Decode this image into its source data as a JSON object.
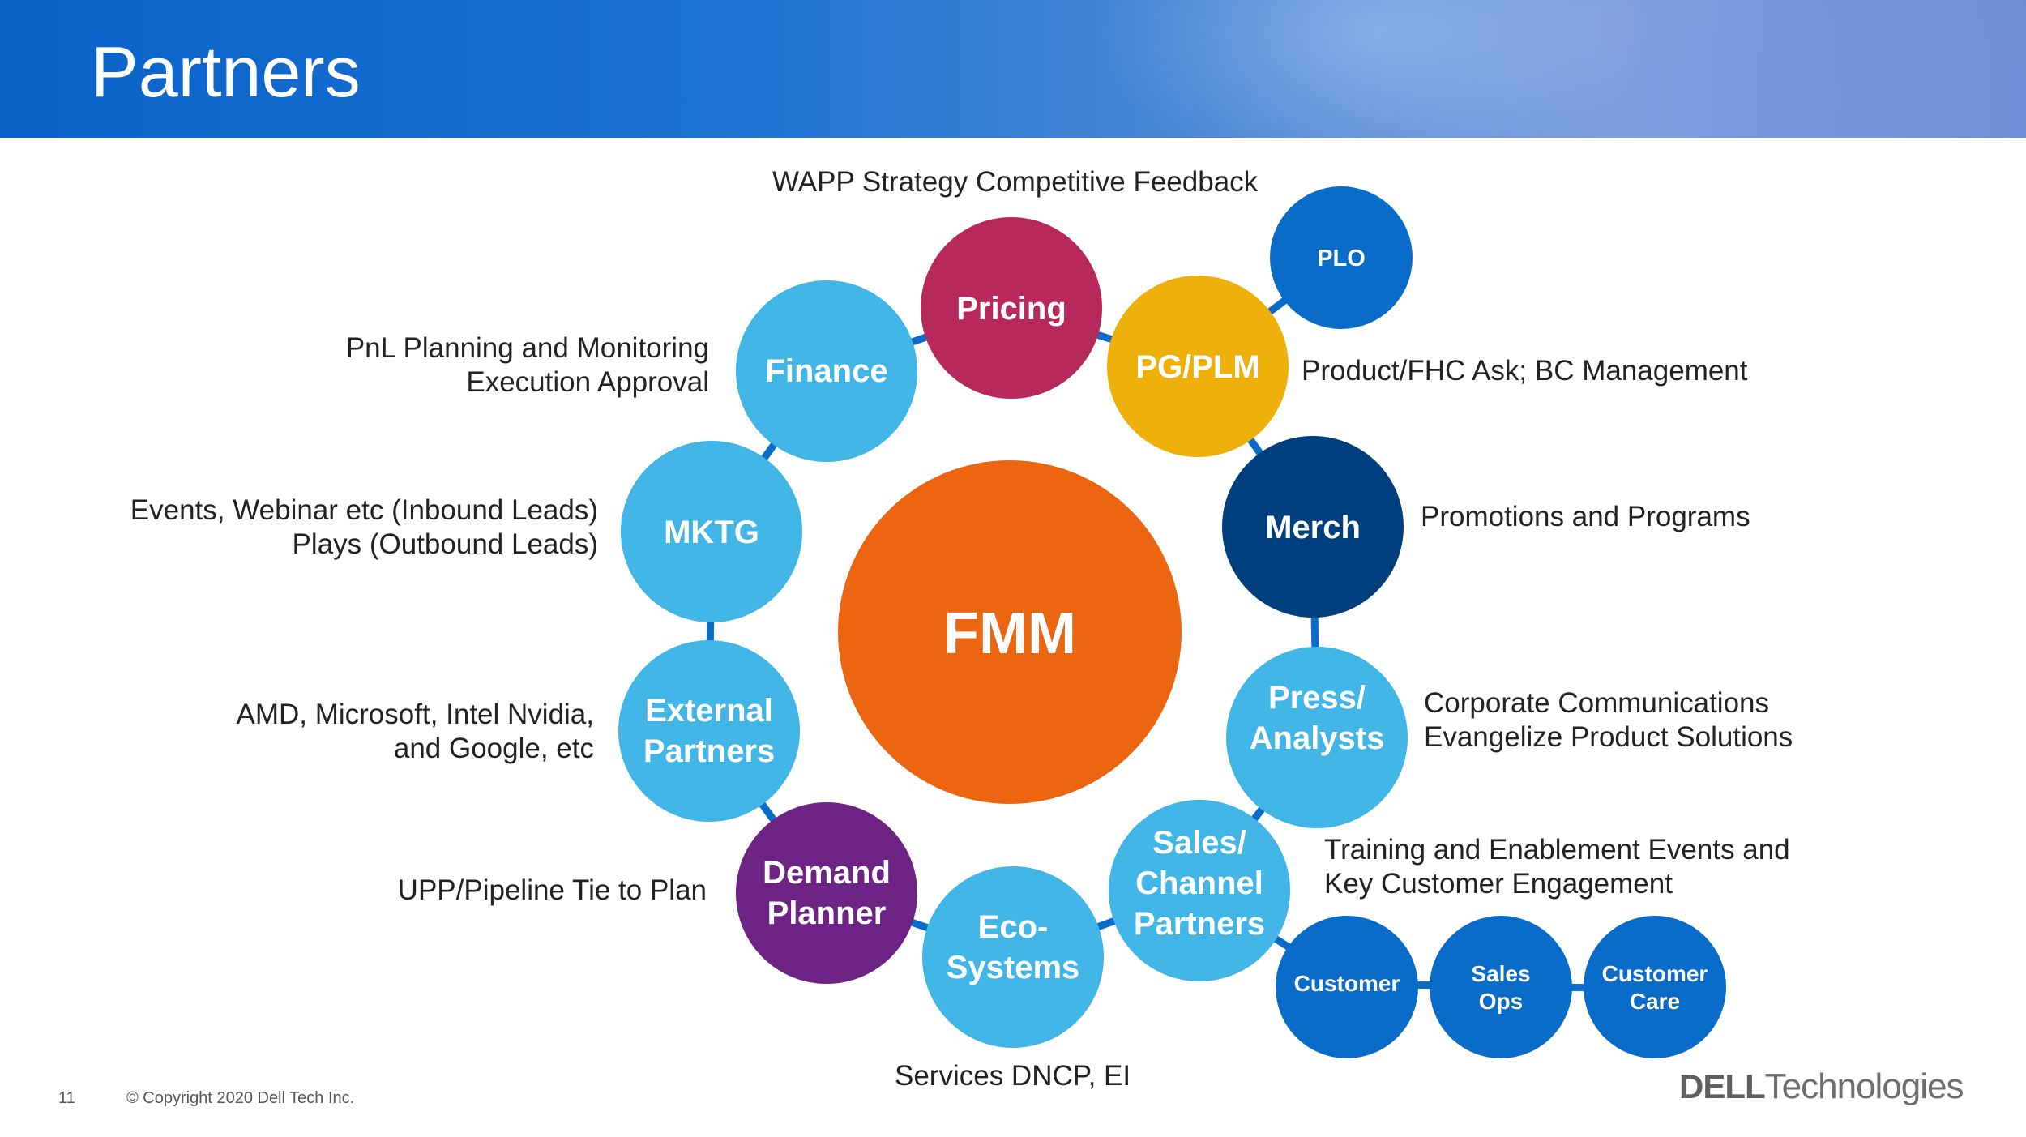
{
  "title": "Partners",
  "center": "FMM",
  "nodes": {
    "pricing": "Pricing",
    "pg_plm": "PG/PLM",
    "plo": "PLO",
    "merch": "Merch",
    "press": [
      "Press/",
      "Analysts"
    ],
    "sales": [
      "Sales/",
      "Channel",
      "Partners"
    ],
    "customer": "Customer",
    "sales_ops": [
      "Sales",
      "Ops"
    ],
    "customer_care": [
      "Customer",
      "Care"
    ],
    "eco": [
      "Eco-",
      "Systems"
    ],
    "demand": [
      "Demand",
      "Planner"
    ],
    "external": [
      "External",
      "Partners"
    ],
    "mktg": "MKTG",
    "finance": "Finance"
  },
  "labels": {
    "wapp": "WAPP Strategy Competitive Feedback",
    "pnl": [
      "PnL Planning and Monitoring",
      "Execution Approval"
    ],
    "product": "Product/FHC Ask; BC Management",
    "events": [
      "Events, Webinar etc (Inbound Leads)",
      "Plays (Outbound Leads)"
    ],
    "promotions": "Promotions and Programs",
    "amd": [
      "AMD, Microsoft, Intel Nvidia,",
      "and Google, etc"
    ],
    "corporate": [
      "Corporate Communications",
      "Evangelize Product Solutions"
    ],
    "training": [
      "Training and Enablement Events and",
      "Key Customer Engagement"
    ],
    "upp": "UPP/Pipeline Tie to Plan",
    "services": "Services DNCP, EI"
  },
  "footer": {
    "slide_number": "11",
    "copyright": "© Copyright 2020 Dell Tech Inc.",
    "logo_bold": "DELL",
    "logo_thin": "Technologies"
  },
  "colors": {
    "light_blue": "#41b6e6",
    "pricing": "#b7295a",
    "pg_plm": "#eeb00b",
    "merch": "#003f7d",
    "demand": "#6c2383",
    "fmm": "#ec6511",
    "dark_blue": "#0a6cc9"
  }
}
